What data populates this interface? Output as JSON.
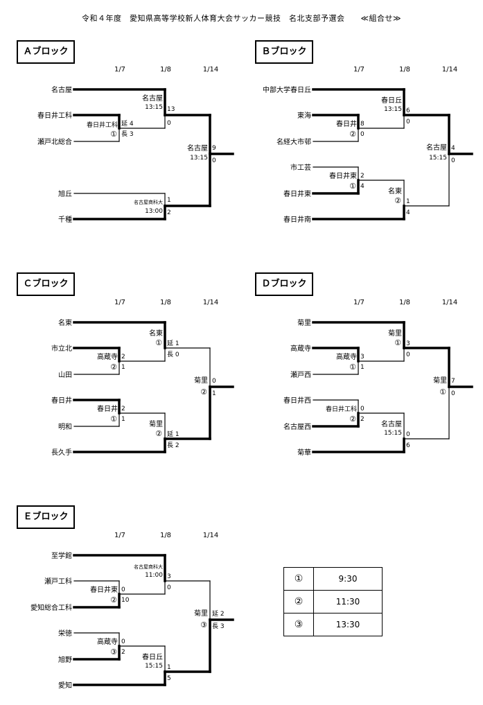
{
  "title": "令和４年度　愛知県高等学校新人体育大会サッカー競技　名北支部予選会　　≪組合せ≫",
  "dates": [
    "1/7",
    "1/8",
    "1/14"
  ],
  "blocks": [
    {
      "label": "Ａブロック",
      "teams": [
        "名古屋",
        "春日井工科",
        "瀬戸北総合",
        "旭丘",
        "千種"
      ],
      "r1": [
        {
          "winner": "春日井工科",
          "venue": "①",
          "scoreTop": "延 4",
          "scoreBot": "長 3"
        }
      ],
      "r2": [
        {
          "winner": "名古屋",
          "time": "13:15",
          "scoreTop": "13",
          "scoreBot": "0"
        },
        {
          "winner": "名古屋商科大",
          "time": "13:00",
          "scoreTop": "1",
          "scoreBot": "2"
        }
      ],
      "final": {
        "winner": "名古屋",
        "time": "13:15",
        "scoreTop": "9",
        "scoreBot": "0"
      }
    },
    {
      "label": "Ｂブロック",
      "teams": [
        "中部大学春日丘",
        "東海",
        "名経大市邨",
        "市工芸",
        "春日井東",
        "春日井南"
      ],
      "r1": [
        {
          "winner": "春日井",
          "venue": "②",
          "scoreTop": "8",
          "scoreBot": "0"
        },
        {
          "winner": "春日井東",
          "venue": "①",
          "scoreTop": "2",
          "scoreBot": "4"
        }
      ],
      "r2": [
        {
          "winner": "春日丘",
          "time": "13:15",
          "scoreTop": "6",
          "scoreBot": "0"
        },
        {
          "winner": "名東",
          "venue": "②",
          "scoreTop": "1",
          "scoreBot": "4"
        }
      ],
      "final": {
        "winner": "名古屋",
        "time": "15:15",
        "scoreTop": "4",
        "scoreBot": "0"
      }
    },
    {
      "label": "Ｃブロック",
      "teams": [
        "名東",
        "市立北",
        "山田",
        "春日井",
        "明和",
        "長久手"
      ],
      "r1": [
        {
          "winner": "高蔵寺",
          "venue": "②",
          "scoreTop": "2",
          "scoreBot": "1"
        },
        {
          "winner": "春日井",
          "venue": "①",
          "scoreTop": "2",
          "scoreBot": "1"
        }
      ],
      "r2": [
        {
          "winner": "名東",
          "venue": "①",
          "scoreTop": "延 1",
          "scoreBot": "長 0"
        },
        {
          "winner": "菊里",
          "venue": "②",
          "scoreTop": "延 1",
          "scoreBot": "長 2"
        }
      ],
      "final": {
        "winner": "菊里",
        "venue": "②",
        "scoreTop": "0",
        "scoreBot": "1"
      }
    },
    {
      "label": "Ｄブロック",
      "teams": [
        "菊里",
        "高蔵寺",
        "瀬戸西",
        "春日井西",
        "名古屋西",
        "菊華"
      ],
      "r1": [
        {
          "winner": "高蔵寺",
          "venue": "①",
          "scoreTop": "3",
          "scoreBot": "1"
        },
        {
          "winner": "春日井工科",
          "venue": "②",
          "scoreTop": "0",
          "scoreBot": "2"
        }
      ],
      "r2": [
        {
          "winner": "菊里",
          "venue": "①",
          "scoreTop": "3",
          "scoreBot": "0"
        },
        {
          "winner": "名古屋",
          "time": "15:15",
          "scoreTop": "0",
          "scoreBot": "6"
        }
      ],
      "final": {
        "winner": "菊里",
        "venue": "①",
        "scoreTop": "7",
        "scoreBot": "0"
      }
    },
    {
      "label": "Ｅブロック",
      "teams": [
        "至学館",
        "瀬戸工科",
        "愛知総合工科",
        "栄徳",
        "旭野",
        "愛知"
      ],
      "r1": [
        {
          "winner": "春日井東",
          "venue": "②",
          "scoreTop": "0",
          "scoreBot": "10"
        },
        {
          "winner": "高蔵寺",
          "venue": "③",
          "scoreTop": "0",
          "scoreBot": "2"
        }
      ],
      "r2": [
        {
          "winner": "名古屋商科大",
          "time": "11:00",
          "scoreTop": "3",
          "scoreBot": "0"
        },
        {
          "winner": "春日丘",
          "time": "15:15",
          "scoreTop": "1",
          "scoreBot": "5"
        }
      ],
      "final": {
        "winner": "菊里",
        "venue": "③",
        "scoreTop": "延 2",
        "scoreBot": "長 3"
      }
    }
  ],
  "schedule": [
    {
      "key": "①",
      "time": "9:30"
    },
    {
      "key": "②",
      "time": "11:30"
    },
    {
      "key": "③",
      "time": "13:30"
    }
  ]
}
